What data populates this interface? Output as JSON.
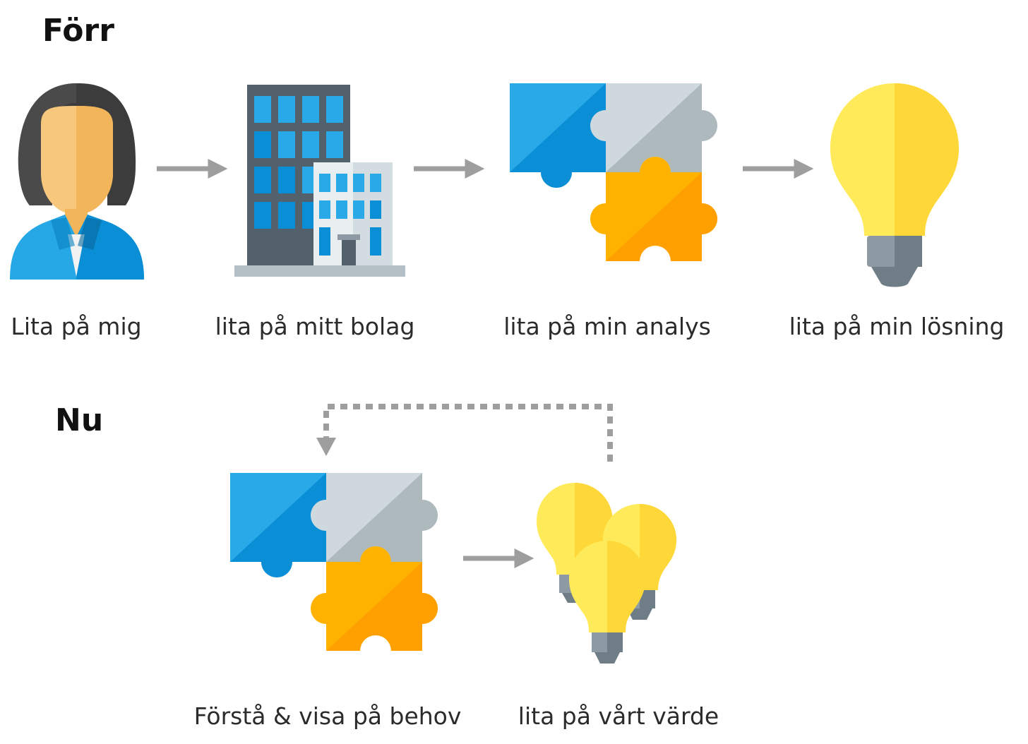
{
  "sections": {
    "before": {
      "heading": "Förr",
      "steps": [
        {
          "label": "Lita på mig",
          "icon": "businesswoman-icon"
        },
        {
          "label": "lita på mitt bolag",
          "icon": "office-building-icon"
        },
        {
          "label": "lita på min analys",
          "icon": "puzzle-icon"
        },
        {
          "label": "lita på min lösning",
          "icon": "lightbulb-icon"
        }
      ]
    },
    "now": {
      "heading": "Nu",
      "steps": [
        {
          "label": "Förstå & visa på behov",
          "icon": "puzzle-icon"
        },
        {
          "label": "lita på vårt värde",
          "icon": "lightbulbs-icon"
        }
      ],
      "loop_arrow": "dashed-feedback-arrow"
    }
  },
  "colors": {
    "arrow": "#9e9e9e",
    "blue": "#29a9e8",
    "blue_dark": "#0a8fd6",
    "grey": "#c8d3d8",
    "grey_dark": "#adb8bd",
    "orange": "#ffb300",
    "orange_dark": "#ff9f00",
    "yellow": "#ffeb5a",
    "yellow_dark": "#fdd838",
    "base": "#8d9aa3",
    "base_dark": "#6f7d86"
  }
}
